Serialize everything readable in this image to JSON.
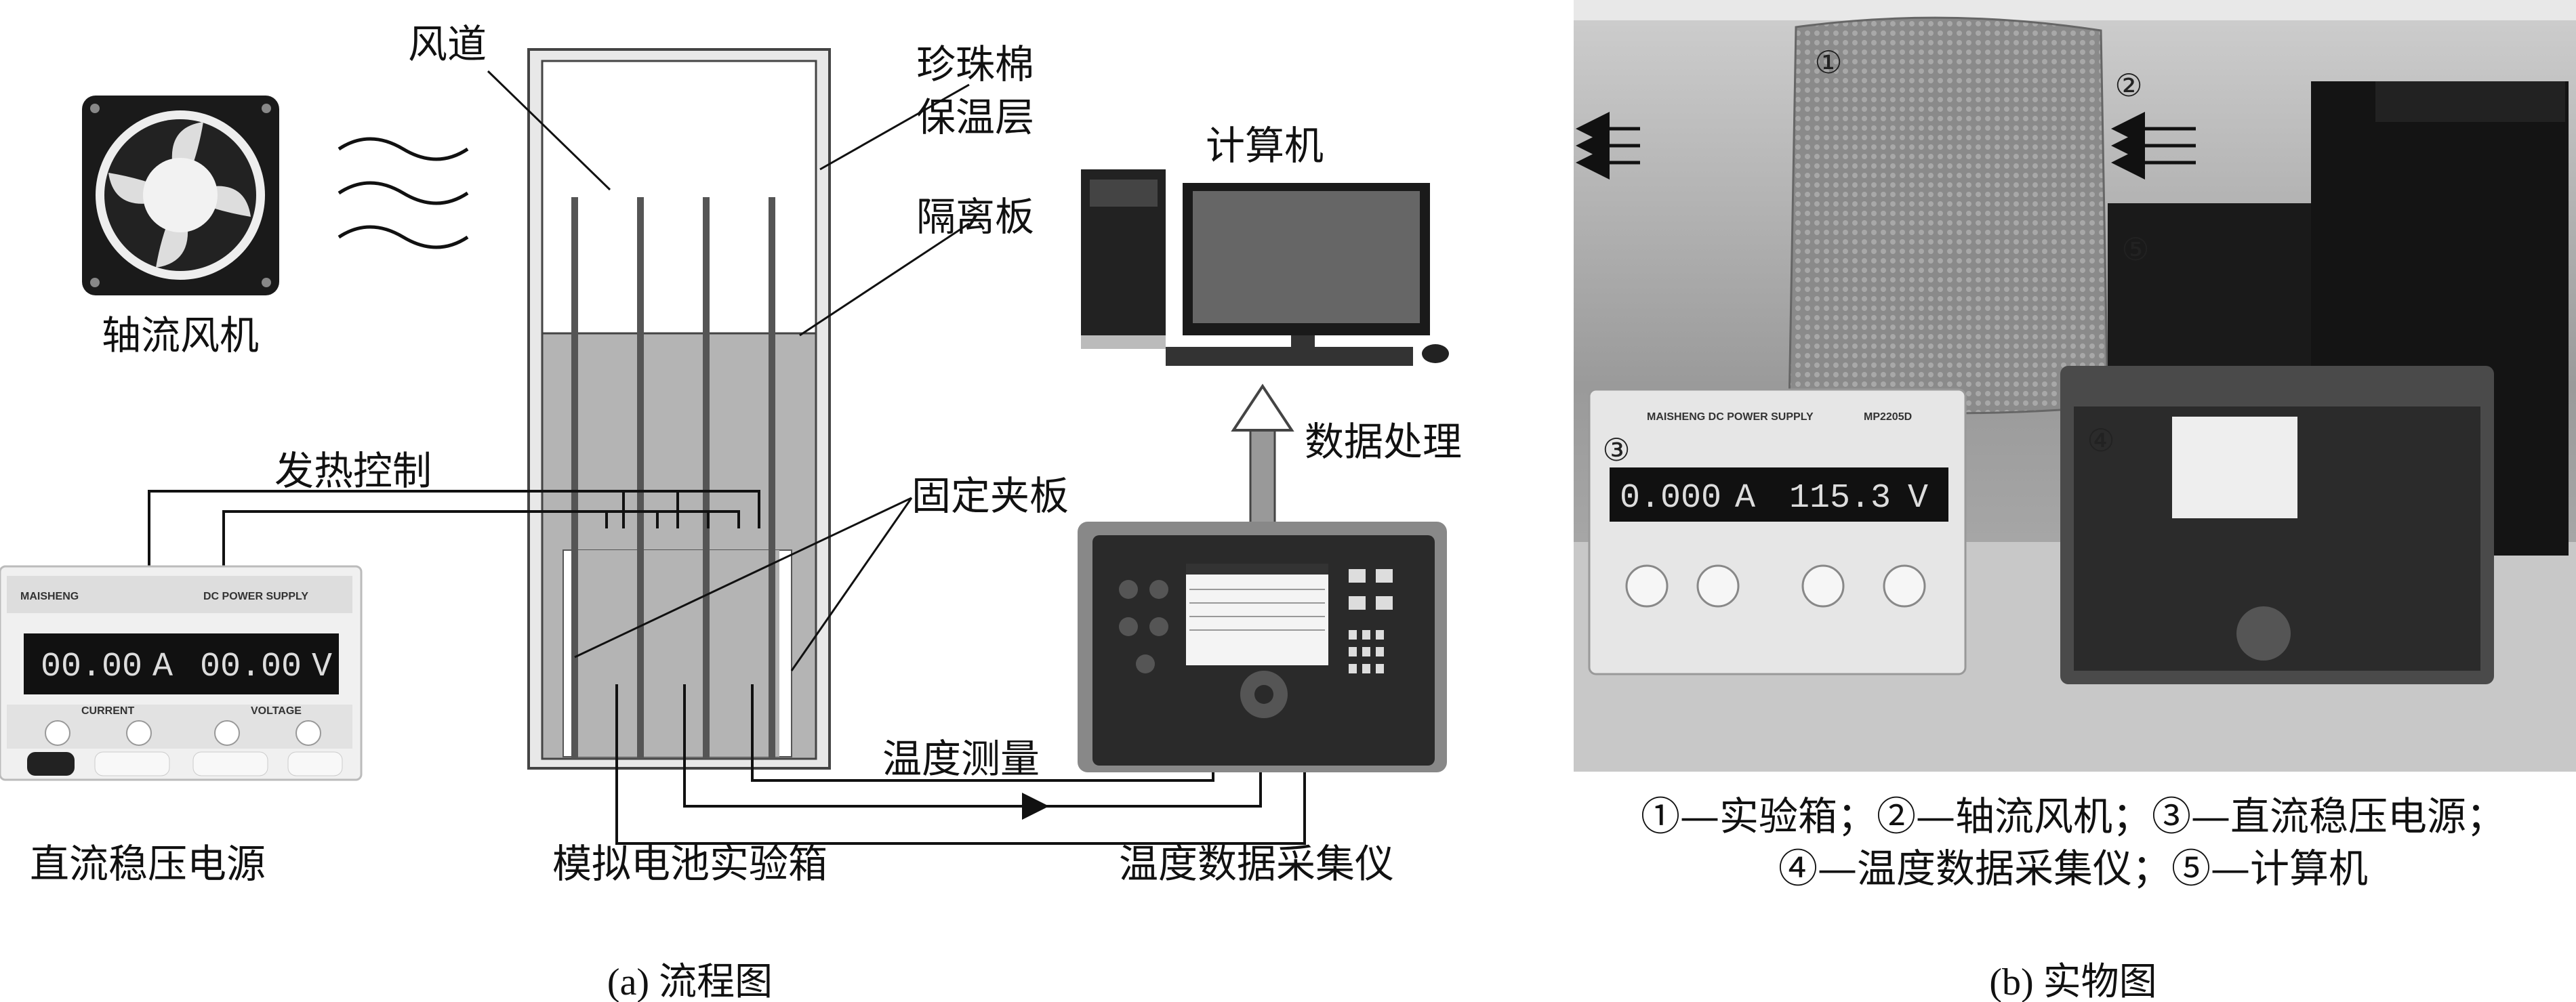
{
  "panel_a": {
    "labels": {
      "fan": "轴流风机",
      "air_duct": "风道",
      "insulation_line1": "珍珠棉",
      "insulation_line2": "保温层",
      "separator": "隔离板",
      "clamp": "固定夹板",
      "heating_control": "发热控制",
      "temperature_measurement": "温度测量",
      "battery_box": "模拟电池实验箱",
      "power_supply": "直流稳压电源",
      "data_logger": "温度数据采集仪",
      "computer": "计算机",
      "data_processing": "数据处理"
    },
    "power_supply_panel": {
      "brand": "MAISHENG",
      "title": "DC POWER SUPPLY",
      "current_display": "00.00",
      "current_unit": "A",
      "voltage_display": "00.00",
      "voltage_unit": "V",
      "current_knob_label": "CURRENT",
      "voltage_knob_label": "VOLTAGE"
    },
    "caption": "(a) 流程图"
  },
  "panel_b": {
    "markers": [
      "①",
      "②",
      "③",
      "④",
      "⑤"
    ],
    "device_texts": {
      "supply_brand": "MAISHENG DC POWER SUPPLY",
      "supply_model": "MP2205D",
      "current_reading": "0.000",
      "current_unit": "A",
      "voltage_reading": "115.3",
      "voltage_unit": "V"
    },
    "legend_line1": "①—实验箱；②—轴流风机；③—直流稳压电源；",
    "legend_line2": "④—温度数据采集仪；⑤—计算机",
    "caption": "(b) 实物图"
  }
}
